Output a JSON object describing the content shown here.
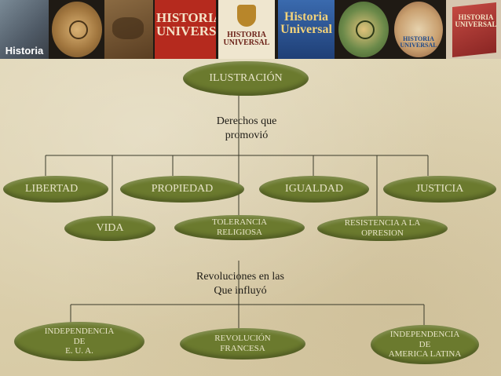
{
  "banner": {
    "thumbnails": [
      {
        "name": "students-collage",
        "caption": "Historia",
        "bg": "#6a7a88"
      },
      {
        "name": "clock-disc-1",
        "caption": "",
        "bg": "#b8874a"
      },
      {
        "name": "world-map",
        "caption": "",
        "bg": "#7a5a36"
      },
      {
        "name": "historia-universal-red",
        "caption": "HISTORIA UNIVERSAL",
        "bg": "#b52a1e"
      },
      {
        "name": "historia-universal-crest",
        "caption": "HISTORIA UNIVERSAL",
        "bg": "#efe6cf"
      },
      {
        "name": "historia-universal-blue",
        "caption": "Historia Universal",
        "bg": "#2c5b9c"
      },
      {
        "name": "clock-disc-2",
        "caption": "",
        "bg": "#6c8a4a"
      },
      {
        "name": "collage-disc",
        "caption": "HISTORIA UNIVERSAL",
        "bg": "#c9b08a"
      },
      {
        "name": "book-cover",
        "caption": "HISTORIA UNIVERSAL",
        "bg": "#b23a3a"
      }
    ]
  },
  "diagram": {
    "root": "ILUSTRACIÓN",
    "connector_rights": "Derechos que\npromovió",
    "rights_row1": [
      "LIBERTAD",
      "PROPIEDAD",
      "IGUALDAD",
      "JUSTICIA"
    ],
    "rights_row2": [
      "VIDA",
      "TOLERANCIA\nRELIGIOSA",
      "RESISTENCIA A LA\nOPRESION"
    ],
    "connector_revolutions": "Revoluciones en las\nQue influyó",
    "revolutions": [
      "INDEPENDENCIA\nDE\nE. U. A.",
      "REVOLUCIÓN\nFRANCESA",
      "INDEPENDENCIA\nDE\nAMERICA LATINA"
    ]
  },
  "colors": {
    "node_fill": "#6b7a2e",
    "node_text": "#e8e4c8",
    "line": "#3a3a2a",
    "background": "#ddd2b1"
  }
}
